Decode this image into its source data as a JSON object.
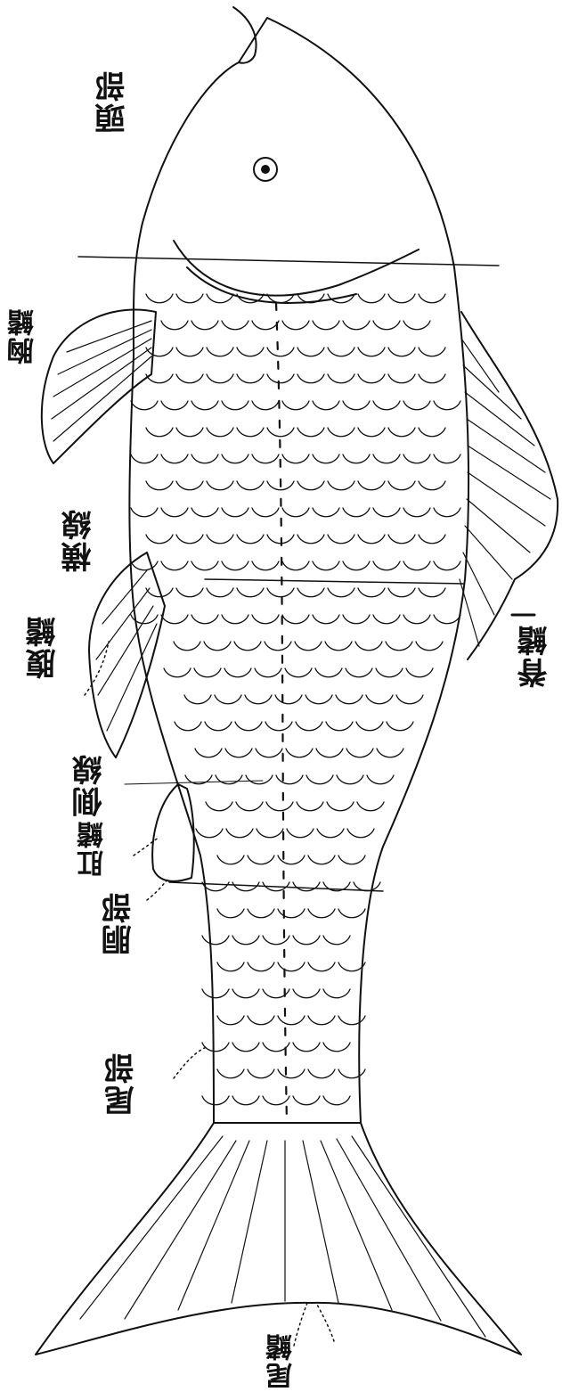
{
  "diagram": {
    "ink_color": "#111111",
    "paper_color": "#ffffff",
    "labels": {
      "head": "頭部",
      "pectoral_fin": "胸鰭",
      "dorsal_fin": "脊鰭",
      "transverse_line": "横線",
      "ventral_fin": "腹鰭",
      "lateral_line": "側線",
      "anal_fin": "肛鰭",
      "trunk": "胴部",
      "tail_region": "尾部",
      "caudal_fin": "尾鰭"
    }
  }
}
